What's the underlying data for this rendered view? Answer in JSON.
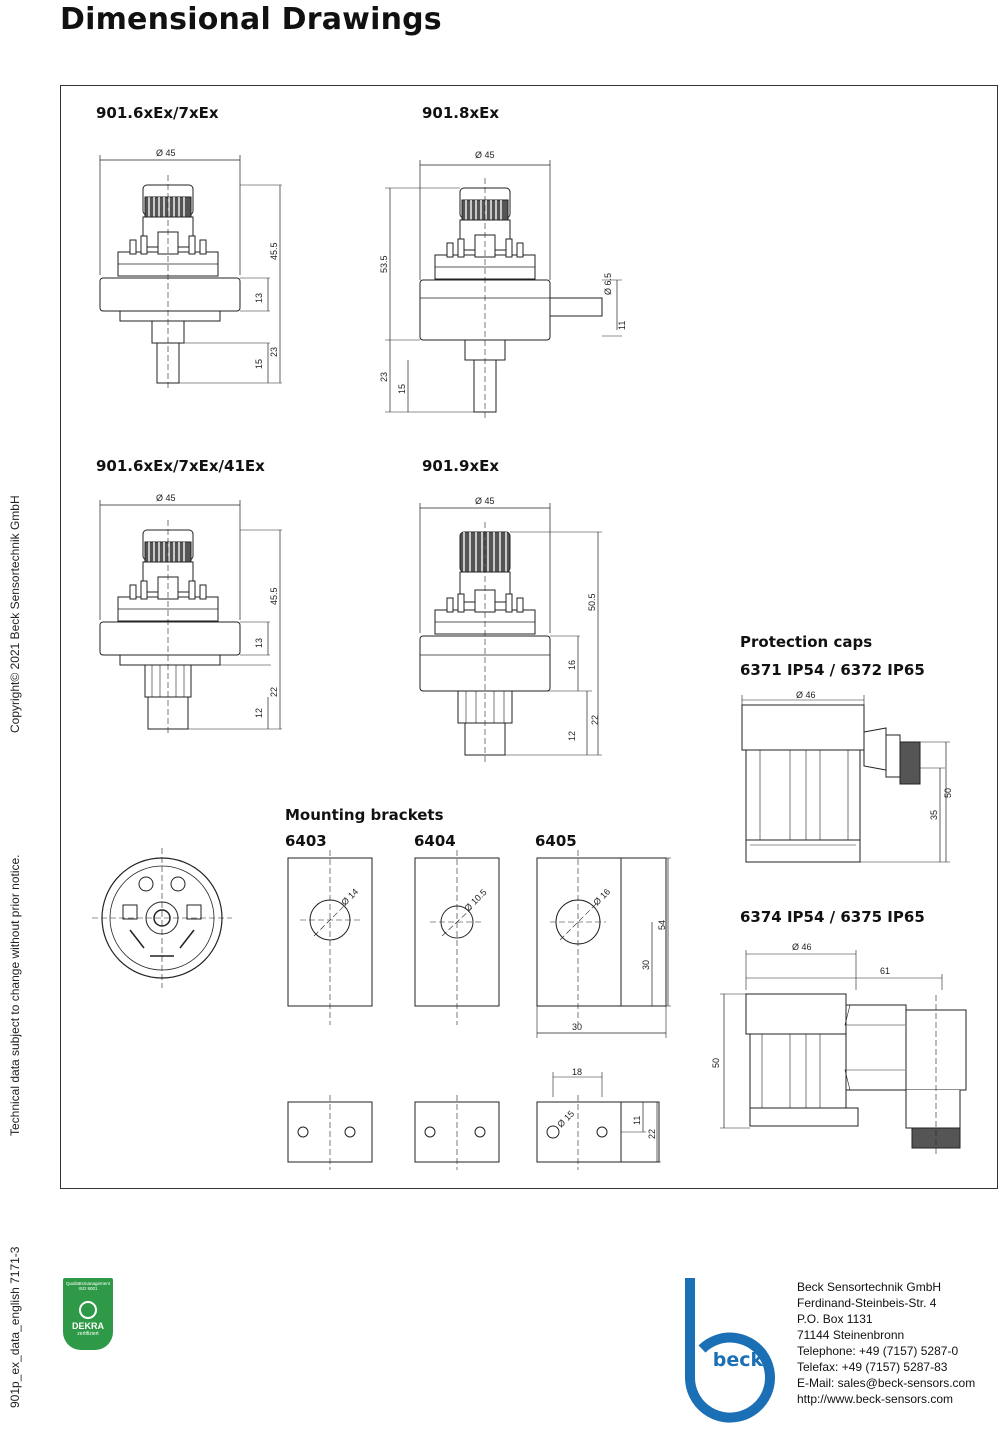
{
  "page_title": "Dimensional Drawings",
  "models": {
    "m1": "901.6xEx/7xEx",
    "m2": "901.8xEx",
    "m3": "901.6xEx/7xEx/41Ex",
    "m4": "901.9xEx"
  },
  "mounting": {
    "title": "Mounting brackets",
    "b1": "6403",
    "b2": "6404",
    "b3": "6405"
  },
  "caps": {
    "title": "Protection caps",
    "c1": "6371 IP54 / 6372 IP65",
    "c2": "6374 IP54 / 6375 IP65"
  },
  "dims": {
    "d45": "Ø 45",
    "d46": "Ø 46",
    "d65": "Ø 6.5",
    "d14": "Ø 14",
    "d105": "Ø 10.5",
    "d16": "Ø 16",
    "d15": "Ø 15",
    "v455": "45.5",
    "v535": "53.5",
    "v505": "50.5",
    "v13": "13",
    "v23": "23",
    "v15": "15",
    "v11": "11",
    "v22": "22",
    "v12": "12",
    "v16": "16",
    "v54": "54",
    "v30": "30",
    "v18": "18",
    "v35": "35",
    "v50": "50",
    "v61": "61"
  },
  "side_text": {
    "copyright": "Copyright© 2021  Beck Sensortechnik GmbH",
    "notice": "Technical data subject to change without prior notice.",
    "docid": "901p_ex_data_english   7171-3"
  },
  "cert": {
    "line1": "Qualitätsmanagement",
    "line2": "ISO 9001",
    "brand": "DEKRA",
    "line3": "zertifiziert"
  },
  "logo_text": "beck",
  "address": {
    "company": "Beck Sensortechnik GmbH",
    "street": "Ferdinand-Steinbeis-Str. 4",
    "pobox": "P.O. Box 1131",
    "city": "71144 Steinenbronn",
    "phone": "Telephone: +49 (7157) 5287-0",
    "fax": "Telefax: +49 (7157) 5287-83",
    "email": "E-Mail: sales@beck-sensors.com",
    "web": "http://www.beck-sensors.com"
  },
  "colors": {
    "logo_blue": "#1a6fb5",
    "dekra_green": "#2e9a47"
  }
}
